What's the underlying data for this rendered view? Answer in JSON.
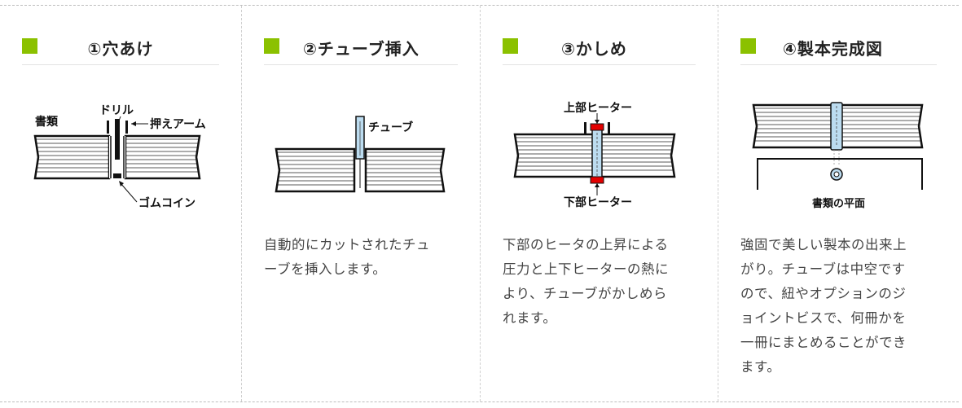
{
  "steps": [
    {
      "title": "①穴あけ",
      "labels": {
        "documents": "書類",
        "drill": "ドリル",
        "press_arm": "押えアーム",
        "rubber_coin": "ゴムコイン"
      },
      "description": []
    },
    {
      "title": "②チューブ挿入",
      "labels": {
        "tube": "チューブ"
      },
      "description": [
        "自動的にカットされたチュ",
        "ーブを挿入します。"
      ]
    },
    {
      "title": "③かしめ",
      "labels": {
        "upper_heater": "上部ヒーター",
        "lower_heater": "下部ヒーター"
      },
      "description": [
        "下部のヒータの上昇による",
        "圧力と上下ヒーターの熱に",
        "より、チューブがかしめら",
        "れます。"
      ]
    },
    {
      "title": "④製本完成図",
      "labels": {
        "document_plane": "書類の平面"
      },
      "description": [
        "強固で美しい製本の出来上",
        "がり。チューブは中空です",
        "ので、紐やオプションのジ",
        "ョイントビスで、何冊かを",
        "一冊にまとめることができ",
        "ます。"
      ]
    }
  ],
  "colors": {
    "accent": "#8bc100",
    "heater": "#e30000",
    "tube": "#bcdcf0"
  }
}
